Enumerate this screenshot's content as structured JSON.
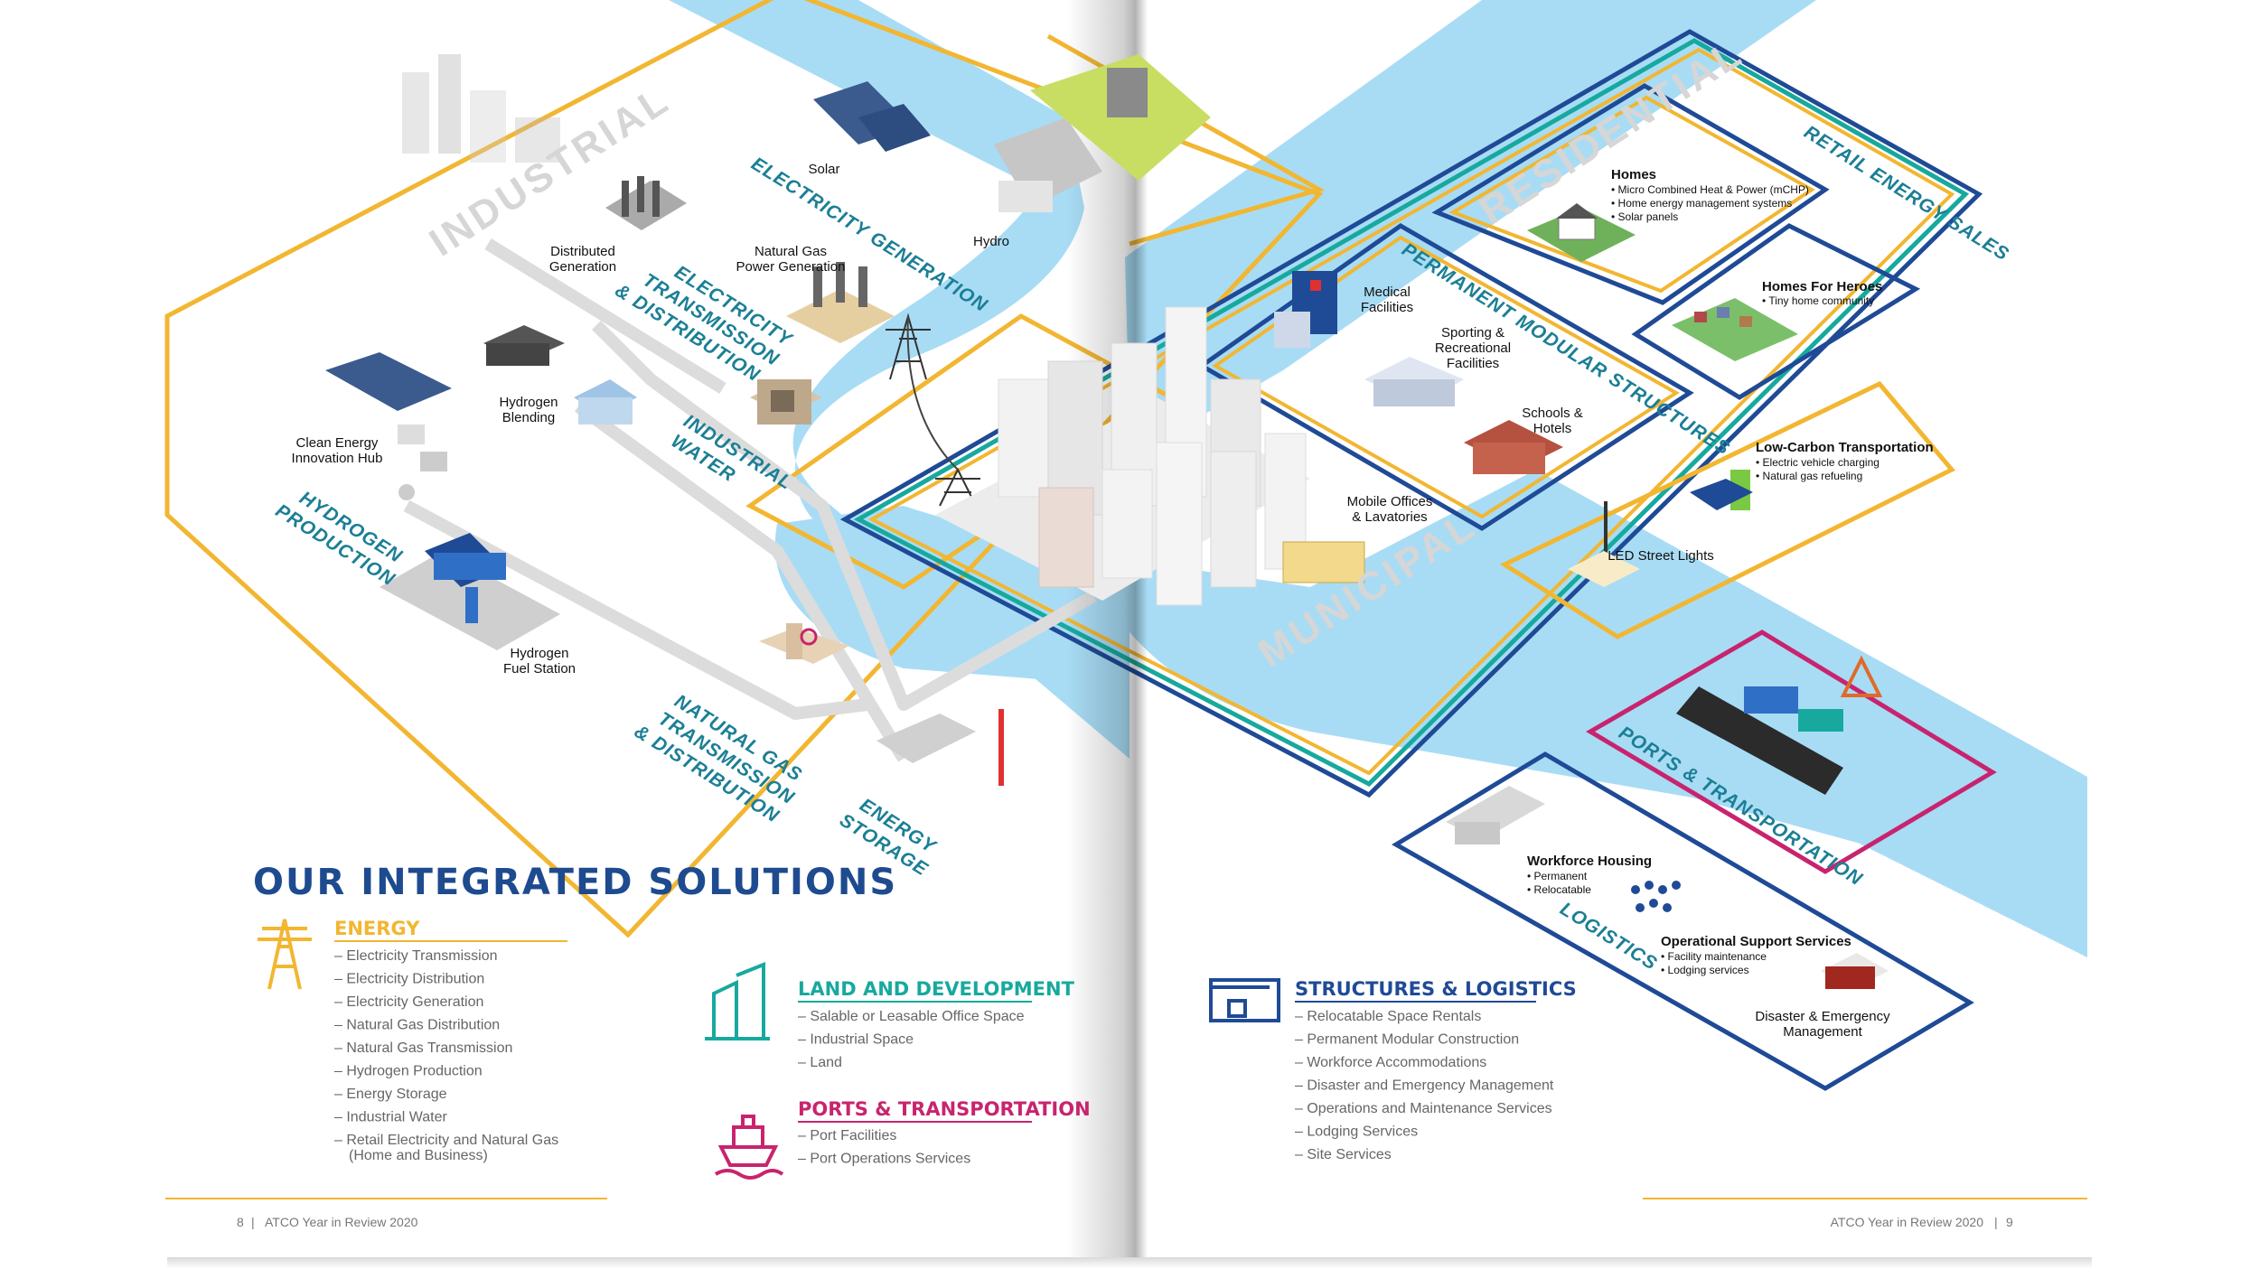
{
  "colors": {
    "river": "#a8dcf5",
    "energy": "#f2b631",
    "navy": "#1f4a96",
    "teal": "#17a99e",
    "magenta": "#c8246e",
    "zone_text": "#1b7f95"
  },
  "zones": {
    "industrial": "INDUSTRIAL",
    "electricity_generation": "ELECTRICITY GENERATION",
    "electricity_td_1": "ELECTRICITY",
    "electricity_td_2": "TRANSMISSION",
    "electricity_td_3": "& DISTRIBUTION",
    "industrial_water_1": "INDUSTRIAL",
    "industrial_water_2": "WATER",
    "hydrogen_production_1": "HYDROGEN",
    "hydrogen_production_2": "PRODUCTION",
    "natural_gas_1": "NATURAL GAS",
    "natural_gas_2": "TRANSMISSION",
    "natural_gas_3": "& DISTRIBUTION",
    "energy_storage_1": "ENERGY",
    "energy_storage_2": "STORAGE",
    "residential": "RESIDENTIAL",
    "retail_energy_sales": "RETAIL ENERGY SALES",
    "permanent_modular": "PERMANENT MODULAR STRUCTURES",
    "municipal": "MUNICIPAL",
    "ports_transportation": "PORTS & TRANSPORTATION",
    "logistics": "LOGISTICS"
  },
  "labels": {
    "solar": "Solar",
    "hydro": "Hydro",
    "distributed_1": "Distributed",
    "distributed_2": "Generation",
    "natgas_power_1": "Natural Gas",
    "natgas_power_2": "Power Generation",
    "hydrogen_blending_1": "Hydrogen",
    "hydrogen_blending_2": "Blending",
    "clean_energy_1": "Clean Energy",
    "clean_energy_2": "Innovation Hub",
    "hydrogen_fuel_1": "Hydrogen",
    "hydrogen_fuel_2": "Fuel Station",
    "homes": "Homes",
    "homes_b1": "• Micro Combined Heat & Power (mCHP)",
    "homes_b2": "• Home energy management systems",
    "homes_b3": "• Solar panels",
    "heroes": "Homes For Heroes",
    "heroes_b1": "• Tiny home community",
    "medical_1": "Medical",
    "medical_2": "Facilities",
    "sporting_1": "Sporting &",
    "sporting_2": "Recreational",
    "sporting_3": "Facilities",
    "schools_1": "Schools &",
    "schools_2": "Hotels",
    "mobile_1": "Mobile Offices",
    "mobile_2": "& Lavatories",
    "lowcarbon": "Low-Carbon Transportation",
    "lowcarbon_b1": "• Electric vehicle charging",
    "lowcarbon_b2": "• Natural gas refueling",
    "led": "LED Street Lights",
    "workforce": "Workforce Housing",
    "workforce_b1": "• Permanent",
    "workforce_b2": "• Relocatable",
    "opsupport": "Operational Support Services",
    "opsupport_b1": "• Facility maintenance",
    "opsupport_b2": "• Lodging services",
    "disaster_1": "Disaster & Emergency",
    "disaster_2": "Management"
  },
  "legend": {
    "title": "OUR INTEGRATED SOLUTIONS",
    "energy": {
      "heading": "ENERGY",
      "items": [
        "– Electricity Transmission",
        "– Electricity Distribution",
        "– Electricity Generation",
        "– Natural Gas Distribution",
        "– Natural Gas Transmission",
        "– Hydrogen Production",
        "– Energy Storage",
        "– Industrial Water",
        "– Retail Electricity and Natural Gas",
        "(Home and Business)"
      ]
    },
    "land": {
      "heading": "LAND AND DEVELOPMENT",
      "items": [
        "– Salable or Leasable Office Space",
        "– Industrial Space",
        "– Land"
      ]
    },
    "ports": {
      "heading": "PORTS & TRANSPORTATION",
      "items": [
        "– Port Facilities",
        "– Port Operations Services"
      ]
    },
    "structures": {
      "heading": "STRUCTURES & LOGISTICS",
      "items": [
        "– Relocatable Space Rentals",
        "– Permanent Modular Construction",
        "– Workforce Accommodations",
        "– Disaster and Emergency Management",
        "– Operations and Maintenance Services",
        "– Lodging Services",
        "– Site Services"
      ]
    }
  },
  "footer": {
    "left_page": "8",
    "left_title": "ATCO Year in Review 2020",
    "right_title": "ATCO Year in Review 2020",
    "right_page": "9",
    "separator": "|"
  }
}
